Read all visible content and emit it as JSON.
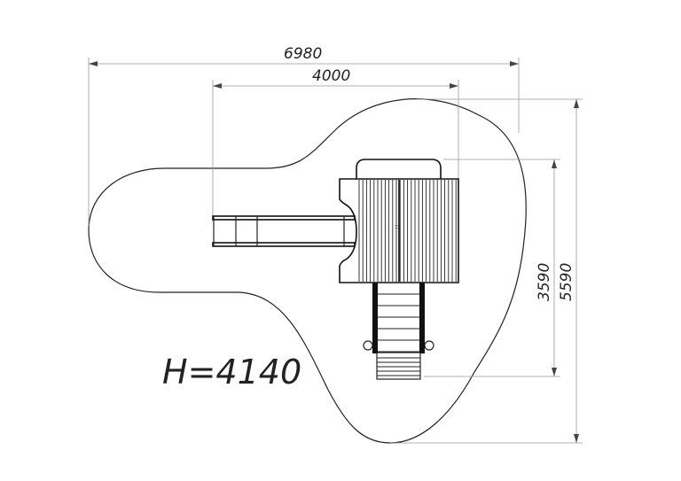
{
  "drawing": {
    "dimensions": {
      "overall_width": "6980",
      "inner_width": "4000",
      "inner_depth": "3590",
      "overall_depth": "5590"
    },
    "height_label": "H=4140"
  }
}
